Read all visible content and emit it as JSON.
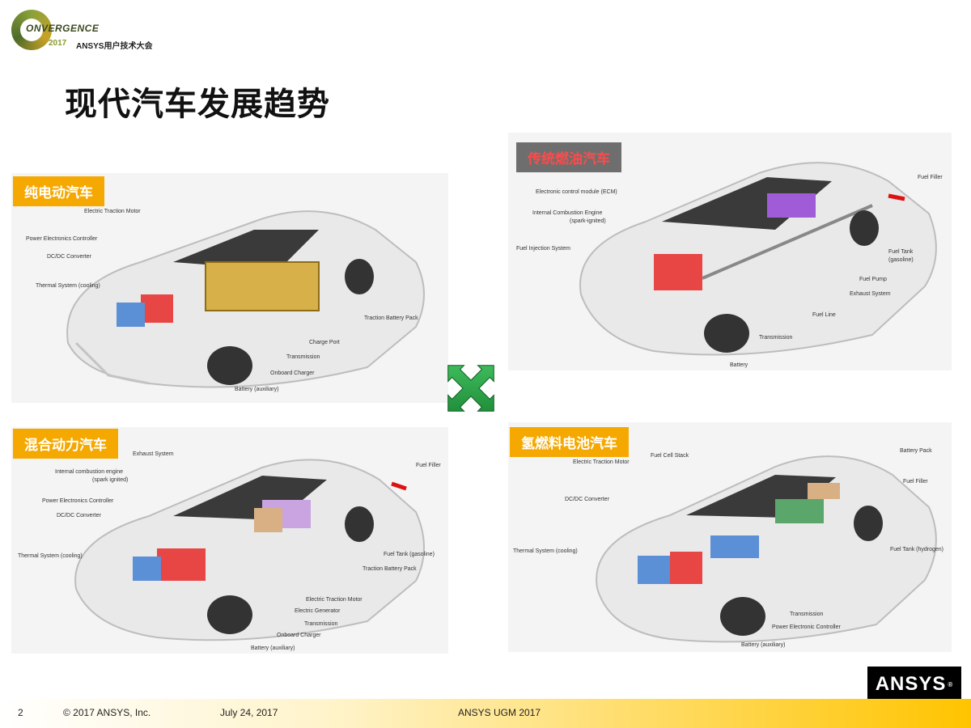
{
  "header": {
    "logo_word": "ONVERGENCE",
    "logo_letter": "C",
    "logo_year": "2017",
    "logo_subtitle": "ANSYS用户技术大会"
  },
  "slide": {
    "title": "现代汽车发展趋势"
  },
  "panels": {
    "electric": {
      "tag": "纯电动汽车",
      "labels": [
        "Electric Traction Motor",
        "Power Electronics Controller",
        "DC/DC Converter",
        "Thermal System (cooling)",
        "Traction Battery Pack",
        "Charge Port",
        "Transmission",
        "Onboard Charger",
        "Battery (auxiliary)"
      ]
    },
    "conventional": {
      "tag": "传统燃油汽车",
      "labels": [
        "Electronic control module (ECM)",
        "Internal Combustion Engine",
        "(spark-ignited)",
        "Fuel Injection System",
        "Fuel Filler",
        "Fuel Tank",
        "(gasoline)",
        "Fuel Pump",
        "Exhaust System",
        "Fuel Line",
        "Transmission",
        "Battery"
      ]
    },
    "hybrid": {
      "tag": "混合动力汽车",
      "labels": [
        "Exhaust System",
        "Internal combustion engine",
        "(spark ignited)",
        "Power Electronics Controller",
        "DC/DC Converter",
        "Thermal System (cooling)",
        "Fuel Filler",
        "Fuel Tank (gasoline)",
        "Traction Battery Pack",
        "Electric Traction Motor",
        "Electric Generator",
        "Transmission",
        "Onboard Charger",
        "Battery (auxiliary)"
      ]
    },
    "fuelcell": {
      "tag": "氢燃料电池汽车",
      "labels": [
        "Electric Traction Motor",
        "Fuel Cell Stack",
        "Battery Pack",
        "DC/DC Converter",
        "Fuel Filler",
        "Thermal System (cooling)",
        "Fuel Tank (hydrogen)",
        "Transmission",
        "Power Electronic Controller",
        "Battery (auxiliary)"
      ]
    }
  },
  "brand": {
    "name": "ANSYS",
    "reg": "®"
  },
  "footer": {
    "page": "2",
    "copyright": "© 2017 ANSYS, Inc.",
    "date": "July 24, 2017",
    "event": "ANSYS UGM 2017"
  },
  "colors": {
    "tag_orange": "#f5a800",
    "tag_gray_bg": "#6e6e6e",
    "tag_gray_text": "#ff4a4a",
    "arrow_green": "#1e9a3a",
    "footer_gold": "#ffc400"
  }
}
